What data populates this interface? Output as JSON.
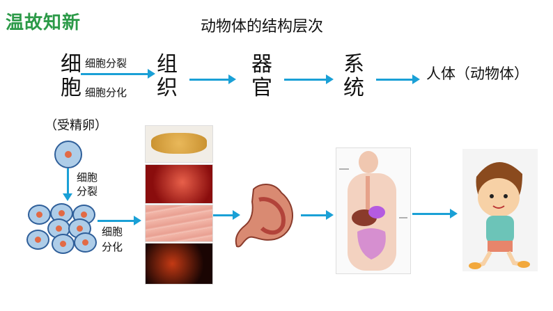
{
  "header": {
    "review_label": "温故知新",
    "title": "动物体的结构层次"
  },
  "flow": {
    "cell": [
      "细",
      "胞"
    ],
    "division_label": "细胞分裂",
    "differentiation_label": "细胞分化",
    "tissue": [
      "组",
      "织"
    ],
    "organ": [
      "器",
      "官"
    ],
    "system": [
      "系",
      "统"
    ],
    "body": "人体（动物体）"
  },
  "egg": {
    "label": "（受精卵）"
  },
  "left_labels": {
    "division": [
      "细胞",
      "分裂"
    ],
    "differentiation": [
      "细胞",
      "分化"
    ]
  },
  "colors": {
    "accent": "#1aa0d6",
    "green": "#2c9a48"
  }
}
